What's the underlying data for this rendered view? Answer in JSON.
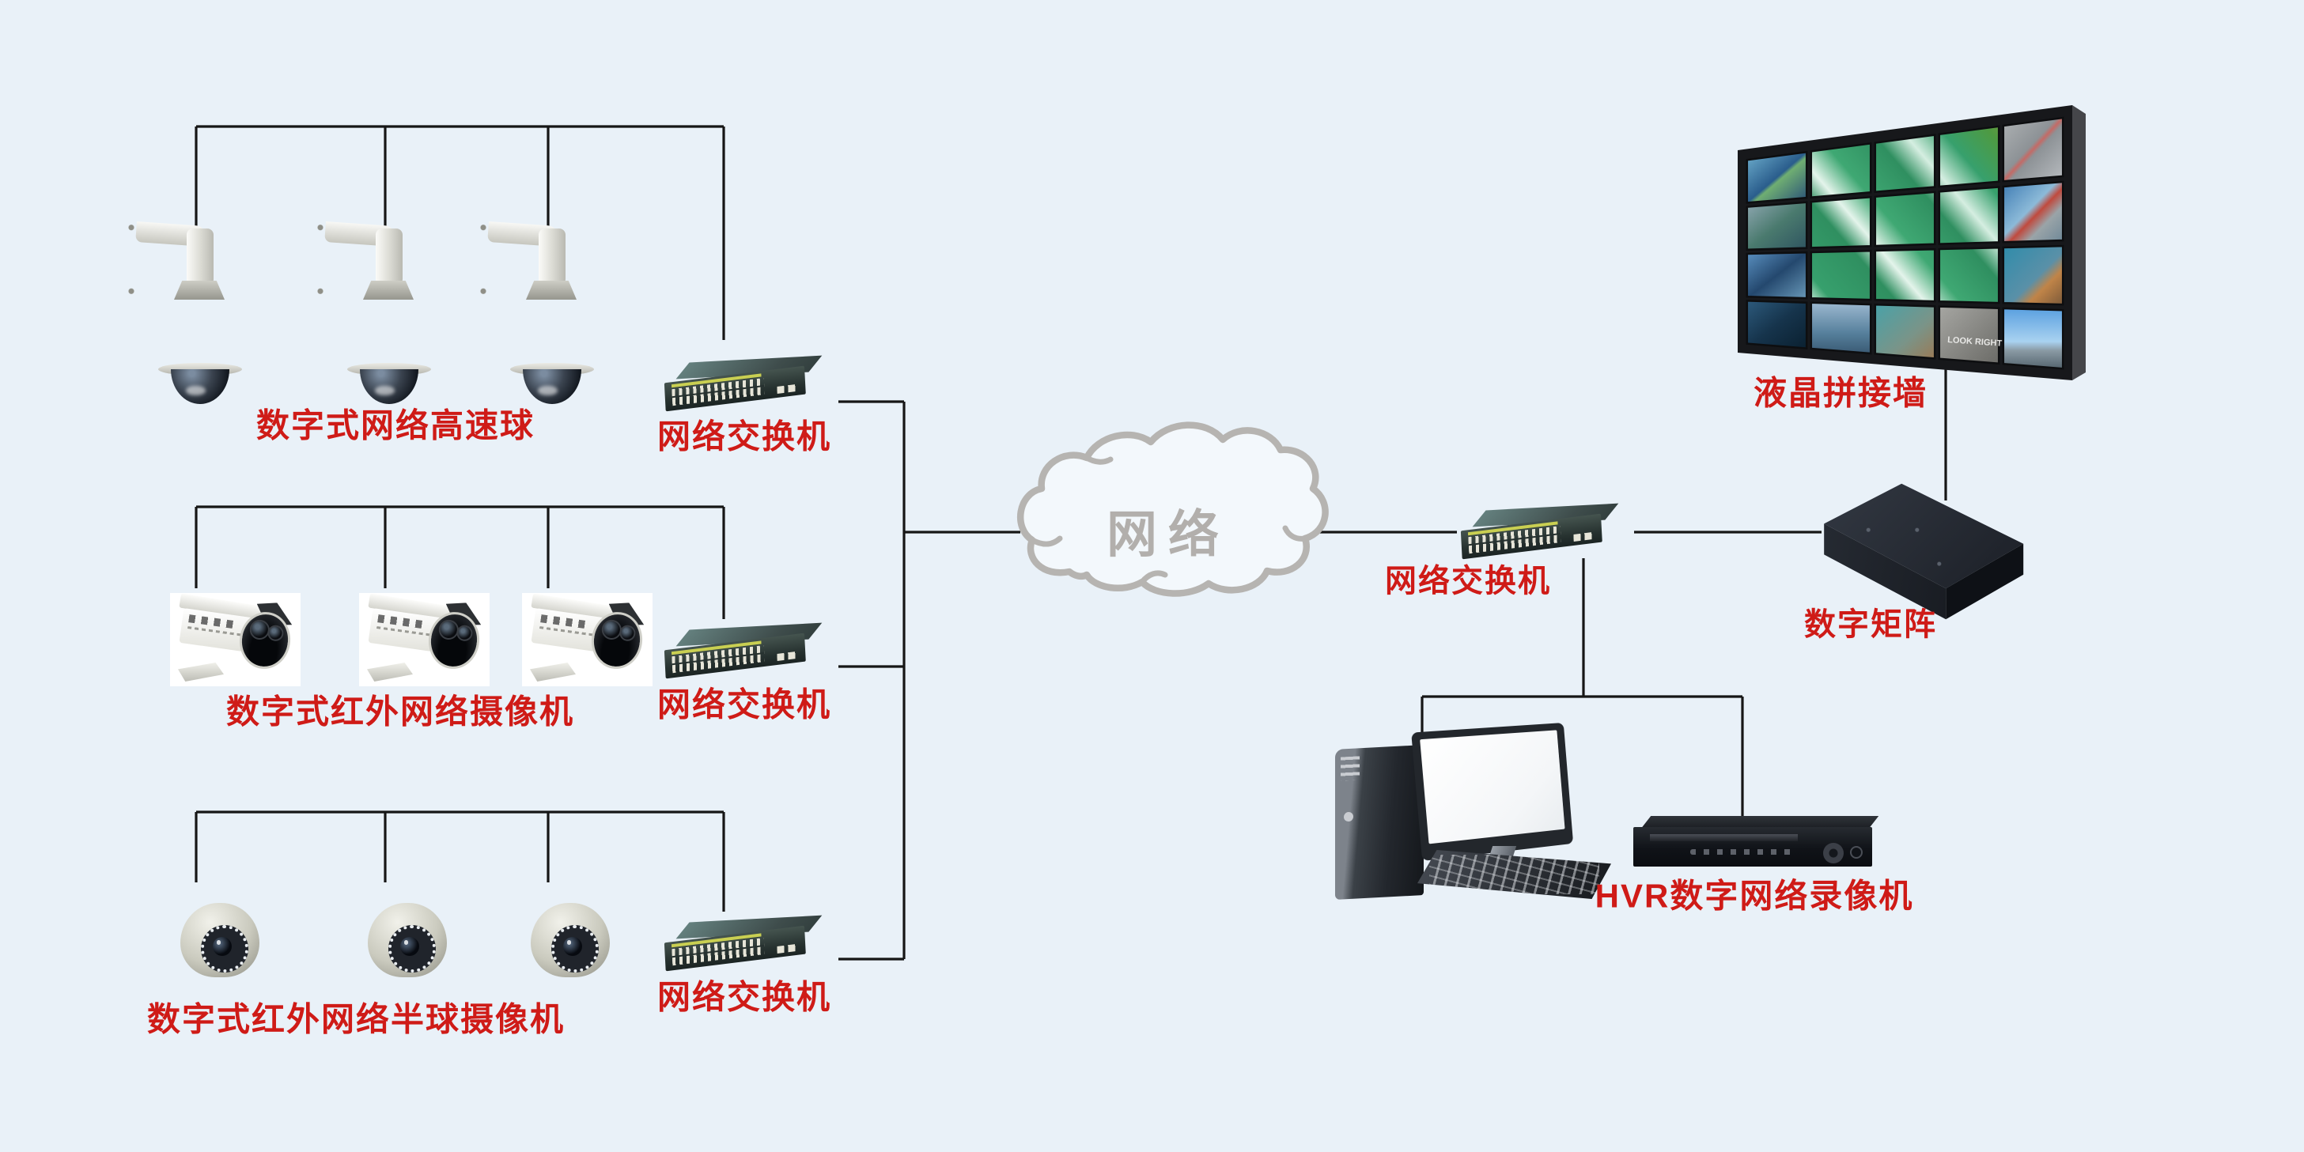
{
  "page": {
    "background": "#e9f1f8",
    "accent_red": "#cf1b17",
    "line_color": "#161616",
    "cloud_gray": "#b6b4b1"
  },
  "camera_groups": [
    {
      "type": "speed-dome-camera",
      "label": "数字式网络高速球",
      "camera_count": 3,
      "switch_label": "网络交换机"
    },
    {
      "type": "ir-bullet-camera",
      "label": "数字式红外网络摄像机",
      "camera_count": 3,
      "switch_label": "网络交换机"
    },
    {
      "type": "ir-dome-camera",
      "label": "数字式红外网络半球摄像机",
      "camera_count": 3,
      "switch_label": "网络交换机"
    }
  ],
  "cloud": {
    "label": "网络"
  },
  "core_switch": {
    "label": "网络交换机"
  },
  "video_wall": {
    "label": "液晶拼接墙",
    "rows": 4,
    "cols": 5,
    "pavement_text": "LOOK RIGHT",
    "tiles": [
      [
        "city-mosaic",
        "highway-aerial",
        "highway-aerial",
        "highway-aerial",
        "intersection-aerial"
      ],
      [
        "road-view",
        "highway-aerial",
        "highway-aerial",
        "highway-aerial",
        "street-red-bus"
      ],
      [
        "city-mosaic-2",
        "highway-aerial",
        "highway-aerial",
        "highway-aerial",
        "city-street"
      ],
      [
        "harbor-city",
        "city-skyline",
        "city-construction",
        "pavement-look-right",
        "tower-road"
      ]
    ]
  },
  "matrix": {
    "label": "数字矩阵"
  },
  "recorder": {
    "label": "HVR数字网络录像机"
  }
}
